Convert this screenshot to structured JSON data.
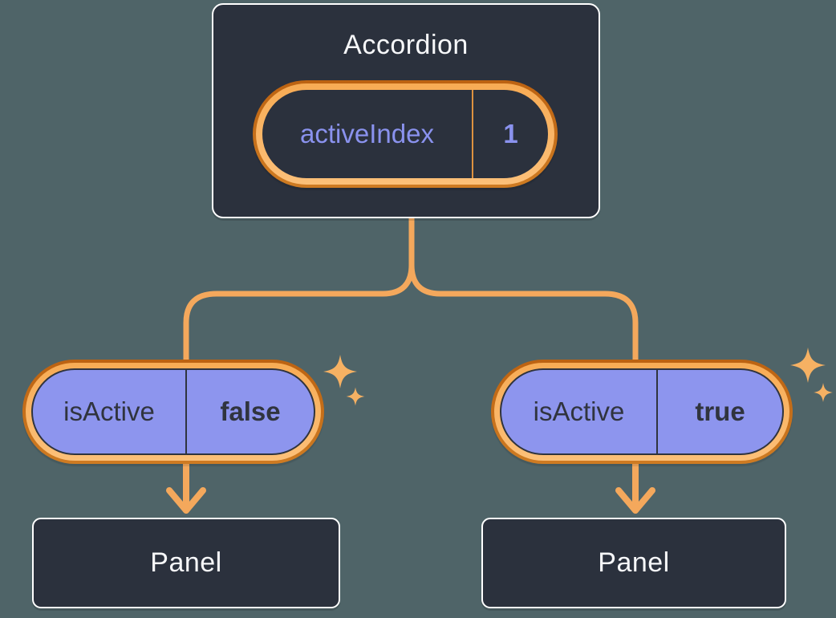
{
  "diagram": {
    "root": {
      "title": "Accordion",
      "state": {
        "name": "activeIndex",
        "value": "1"
      }
    },
    "children": [
      {
        "prop": {
          "name": "isActive",
          "value": "false"
        },
        "panel": {
          "title": "Panel"
        }
      },
      {
        "prop": {
          "name": "isActive",
          "value": "true"
        },
        "panel": {
          "title": "Panel"
        }
      }
    ],
    "icons": {
      "sparkle": "sparkle-icon"
    }
  },
  "colors": {
    "background": "#4F6468",
    "node_fill": "#2B313D",
    "node_border": "#FFFFFF",
    "node_text": "#F6F7F9",
    "accent_purple": "#8A92EE",
    "pill_purple_fill": "#8D95EE",
    "pill_ink": "#30343E",
    "ring_outer": "#BC6211",
    "ring_outer2": "#CE7B22",
    "ring_inner": "#F7AB54",
    "ring_inner2": "#FCC079",
    "connector": "#F4A85C",
    "divider_orange": "#DE9240",
    "sparkle": "#F6B163"
  }
}
